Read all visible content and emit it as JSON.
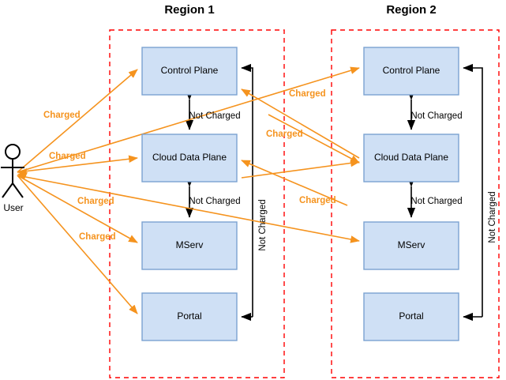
{
  "diagram": {
    "title_region1": "Region 1",
    "title_region2": "Region 2",
    "actor": {
      "label": "User",
      "icon": "stick-figure-actor"
    },
    "colors": {
      "node_fill": "#cfe0f5",
      "node_stroke": "#7aa2d1",
      "region_border": "#ff0000",
      "charged": "#f5931e",
      "not_charged": "#000000",
      "background": "#ffffff"
    },
    "regions": [
      {
        "name": "Region 1",
        "nodes": [
          {
            "id": "r1-control-plane",
            "label": "Control Plane"
          },
          {
            "id": "r1-cloud-data-plane",
            "label": "Cloud Data Plane"
          },
          {
            "id": "r1-mserv",
            "label": "MServ"
          },
          {
            "id": "r1-portal",
            "label": "Portal"
          }
        ]
      },
      {
        "name": "Region 2",
        "nodes": [
          {
            "id": "r2-control-plane",
            "label": "Control Plane"
          },
          {
            "id": "r2-cloud-data-plane",
            "label": "Cloud Data Plane"
          },
          {
            "id": "r2-mserv",
            "label": "MServ"
          },
          {
            "id": "r2-portal",
            "label": "Portal"
          }
        ]
      }
    ],
    "edge_labels": {
      "charged": "Charged",
      "not_charged": "Not Charged"
    },
    "charged_labels": [
      {
        "id": "charged-user-control-plane-r1",
        "text": "Charged"
      },
      {
        "id": "charged-user-cloud-data-plane-r1",
        "text": "Charged"
      },
      {
        "id": "charged-user-mserv-r1",
        "text": "Charged"
      },
      {
        "id": "charged-user-portal-r1",
        "text": "Charged"
      },
      {
        "id": "charged-user-control-plane-r2",
        "text": "Charged"
      },
      {
        "id": "charged-cross-cloud-data-plane-r1",
        "text": "Charged"
      },
      {
        "id": "charged-user-mserv-r2",
        "text": "Charged"
      }
    ],
    "not_charged_labels": [
      {
        "id": "not-charged-r1-cp-cdp",
        "text": "Not Charged"
      },
      {
        "id": "not-charged-r1-cdp-mserv",
        "text": "Not Charged"
      },
      {
        "id": "not-charged-r1-portal-cp",
        "text": "Not Charged"
      },
      {
        "id": "not-charged-r2-cp-cdp",
        "text": "Not Charged"
      },
      {
        "id": "not-charged-r2-cdp-mserv",
        "text": "Not Charged"
      },
      {
        "id": "not-charged-r2-portal-cp",
        "text": "Not Charged"
      }
    ]
  }
}
